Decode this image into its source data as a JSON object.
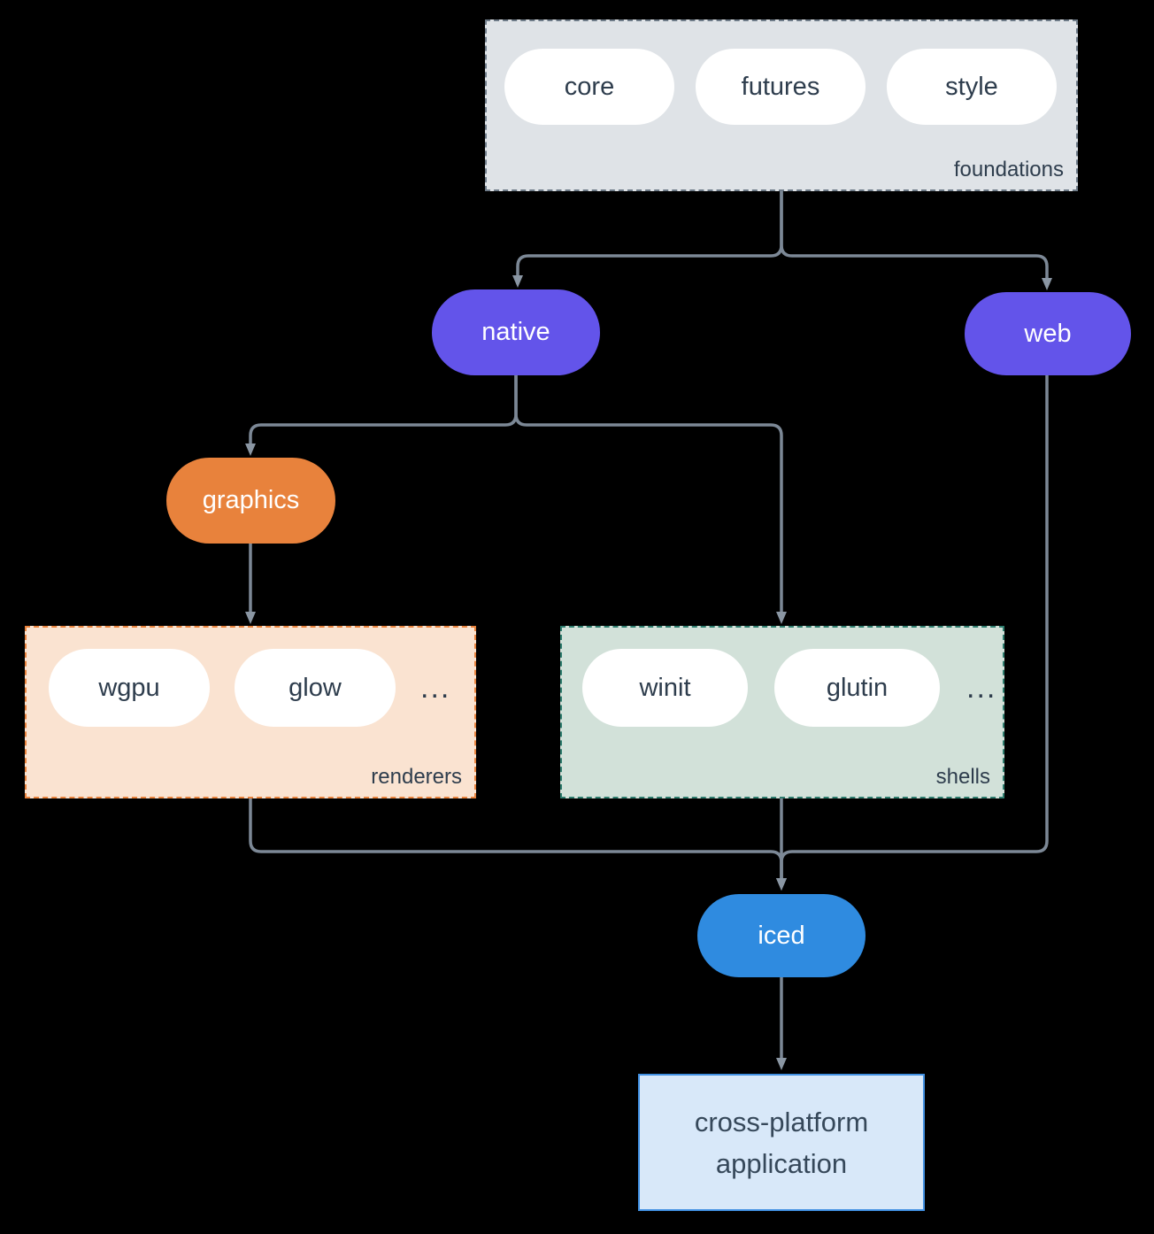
{
  "groups": {
    "foundations": {
      "label": "foundations",
      "pills": [
        "core",
        "futures",
        "style"
      ]
    },
    "renderers": {
      "label": "renderers",
      "pills": [
        "wgpu",
        "glow"
      ],
      "more": "..."
    },
    "shells": {
      "label": "shells",
      "pills": [
        "winit",
        "glutin"
      ],
      "more": "..."
    }
  },
  "nodes": {
    "native": "native",
    "web": "web",
    "graphics": "graphics",
    "iced": "iced",
    "app": "cross-platform application"
  },
  "colors": {
    "background": "#000000",
    "edge": "#7C8896",
    "arrowhead": "#8A96A3",
    "purple": "#6354EA",
    "orange": "#E8823C",
    "blue": "#2F8BE0",
    "pill_text": "#2E3D4D",
    "foundations_fill": "#DFE3E7",
    "foundations_border": "#6E7B88",
    "renderers_fill": "#FAE3D1",
    "renderers_border": "#E8823C",
    "shells_fill": "#D2E1D9",
    "shells_border": "#2E7D6E",
    "app_fill": "#D8E8F9",
    "app_border": "#4190E2"
  }
}
